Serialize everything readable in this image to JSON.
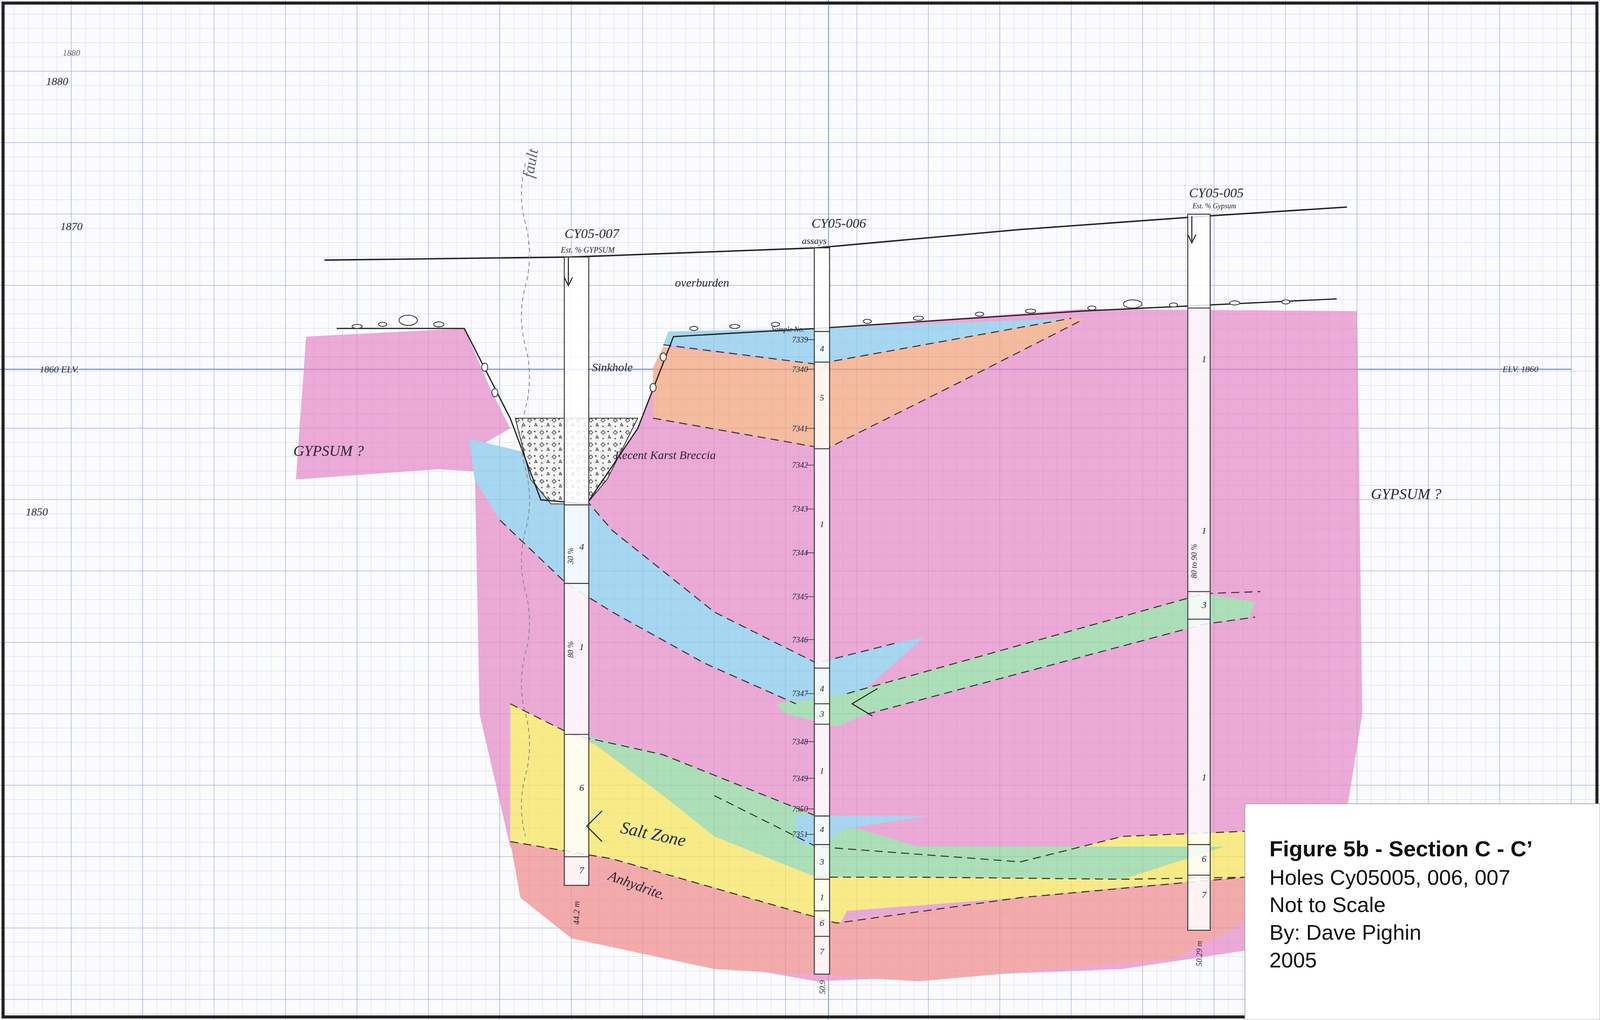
{
  "diagram": {
    "title": "Figure 5b - Section C - C’",
    "labels": [
      "1880",
      "1880",
      "1870",
      "1860 ELV.",
      "ELV. 1860",
      "1850",
      "fault",
      "CY05-007",
      "Est. % GYPSUM",
      "CY05-006",
      "assays",
      "CY05-005",
      "Est. % Gypsum",
      "overburden",
      "Sinkhole",
      "Recent Karst Breccia",
      "Sample No.",
      "7339",
      "7340",
      "7341",
      "7342",
      "7343",
      "7344",
      "7345",
      "7346",
      "7347",
      "7348",
      "7349",
      "7350",
      "7351",
      "GYPSUM ?",
      "GYPSUM ?",
      "Salt Zone",
      "Anhydrite.",
      "44.2 m",
      "50.9",
      "50.29 m",
      "30 %",
      "80 %",
      "80 to 90 %",
      "4",
      "1",
      "6",
      "7",
      "4",
      "5",
      "1",
      "4",
      "3",
      "1",
      "4",
      "3",
      "1",
      "6",
      "7",
      "1",
      "1",
      "3",
      "1",
      "6",
      "7",
      "Holes Cy05005, 006, 007",
      "Not to Scale",
      "By: Dave Pighin",
      "2005"
    ]
  }
}
